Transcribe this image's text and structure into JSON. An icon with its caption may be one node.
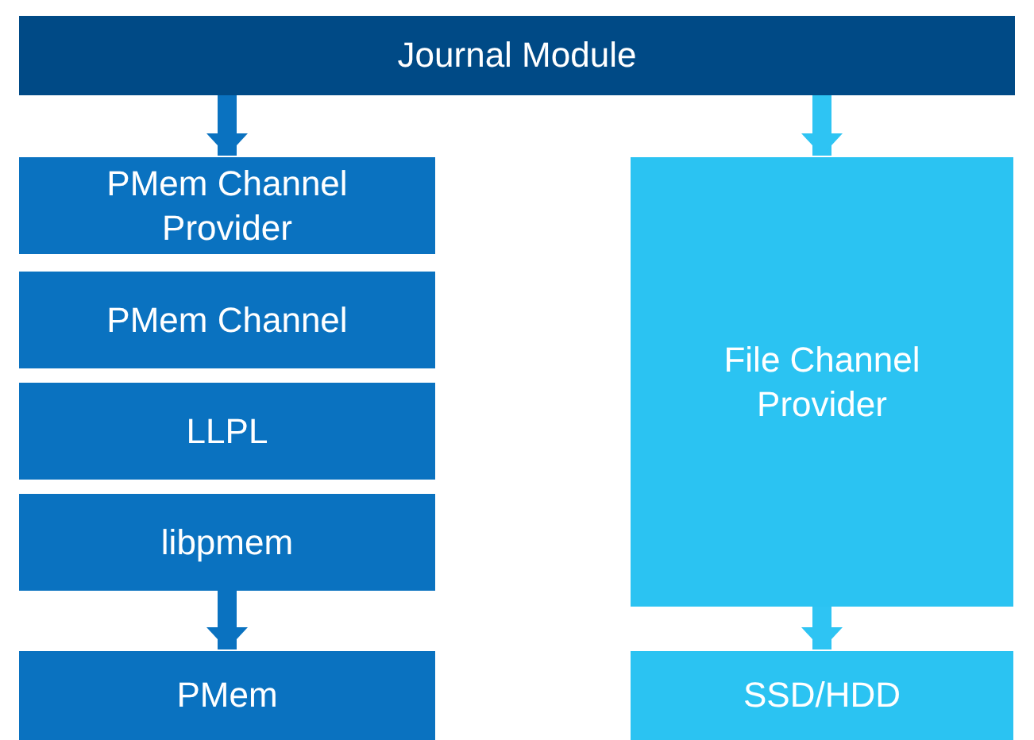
{
  "diagram": {
    "nodes": [
      {
        "text": [
          "Journal Module"
        ]
      },
      {
        "text": [
          "PMem Channel Provider"
        ]
      },
      {
        "text": [
          "PMem Channel"
        ]
      },
      {
        "text": [
          "LLPL"
        ]
      },
      {
        "text": [
          "libpmem"
        ]
      },
      {
        "text": [
          "PMem"
        ]
      },
      {
        "text": [
          "File Channel Provider"
        ]
      },
      {
        "text": [
          "SSD/HDD"
        ]
      }
    ],
    "edges": [
      {
        "from": 0,
        "to": 1,
        "arrow": "to"
      },
      {
        "from": 4,
        "to": 5,
        "arrow": "to"
      },
      {
        "from": 0,
        "to": 6,
        "arrow": "to",
        "color": "#2ec4f3"
      },
      {
        "from": 6,
        "to": 7,
        "arrow": "to",
        "color": "#2ec4f3"
      }
    ]
  }
}
